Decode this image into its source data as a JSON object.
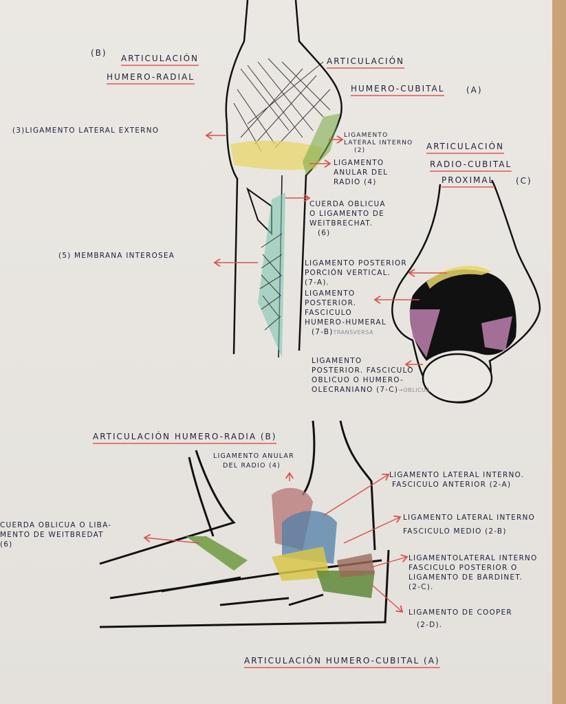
{
  "colors": {
    "ink": "#1d1f3a",
    "underline": "#e07a78",
    "arrow": "#d9504e",
    "yellow": "#e8d66a",
    "green": "#7fae4e",
    "blue": "#6fa3c8",
    "pink": "#c987b8"
  },
  "top_view": {
    "title_b_marker": "(B)",
    "title_b_line1": "ARTICULACIÓN",
    "title_b_line2": "HUMERO-RADIAL",
    "title_a_line1": "ARTICULACIÓN",
    "title_a_line2": "HUMERO-CUBITAL",
    "title_a_marker": "(A)",
    "lig_lateral_externo": "(3)LIGAMENTO LATERAL EXTERNO",
    "lig_lateral_interno": [
      "LIGAMENTO",
      "LATERAL INTERNO",
      "(2)"
    ],
    "lig_anular": [
      "LIGAMENTO",
      "ANULAR DEL",
      "RADIO (4)"
    ],
    "cuerda_oblicua": [
      "CUERDA OBLICUA",
      "O LIGAMENTO DE",
      "WEITBRECHAT.",
      "(6)"
    ],
    "membrana": "(5) MEMBRANA INTEROSEA"
  },
  "posterior_view": {
    "title_c_line1": "ARTICULACIÓN",
    "title_c_line2": "RADIO-CUBITAL",
    "title_c_line3": "PROXIMAL",
    "title_c_marker": "(C)",
    "lig_7a": [
      "LIGAMENTO POSTERIOR",
      "PORCIÓN VERTICAL.",
      "(7-a)."
    ],
    "lig_7b": [
      "LIGAMENTO",
      "POSTERIOR.",
      "FASCICULO",
      "HUMERO-HUMERAL",
      "(7-b)"
    ],
    "lig_7b_note": "TRANSVERSA",
    "lig_7c": [
      "LIGAMENTO",
      "POSTERIOR. FASCICULO",
      "OBLICUO O HUMERO-",
      "OLECRANIANO (7-C)"
    ],
    "lig_7c_note": "→OBLICUA"
  },
  "lateral_view": {
    "title_top": "ARTICULACIÓN HUMERO-RADIA (B)",
    "lig_anular": [
      "LIGAMENTO ANULAR",
      "DEL RADIO (4)"
    ],
    "lig_2a": [
      "LIGAMENTO LATERAL INTERNO.",
      "FASCICULO ANTERIOR (2-a)"
    ],
    "cuerda": [
      "CUERDA OBLICUA O LIBA-",
      "MENTO DE WEITBREDAT",
      "(6)"
    ],
    "lig_2b": [
      "LIGAMENTO LATERAL INTERNO",
      "FASCICULO MEDIO (2-b)"
    ],
    "lig_2c": [
      "LIGAMENTOLATERAL INTERNO",
      "FASCICULO POSTERIOR O",
      "LIGAMENTO DE BARDINET.",
      "(2-C)."
    ],
    "lig_2d": [
      "LIGAMENTO DE COOPER",
      "(2-d)."
    ],
    "title_bottom": "ARTICULACIÓN HUMERO-CUBITAL (A)"
  }
}
